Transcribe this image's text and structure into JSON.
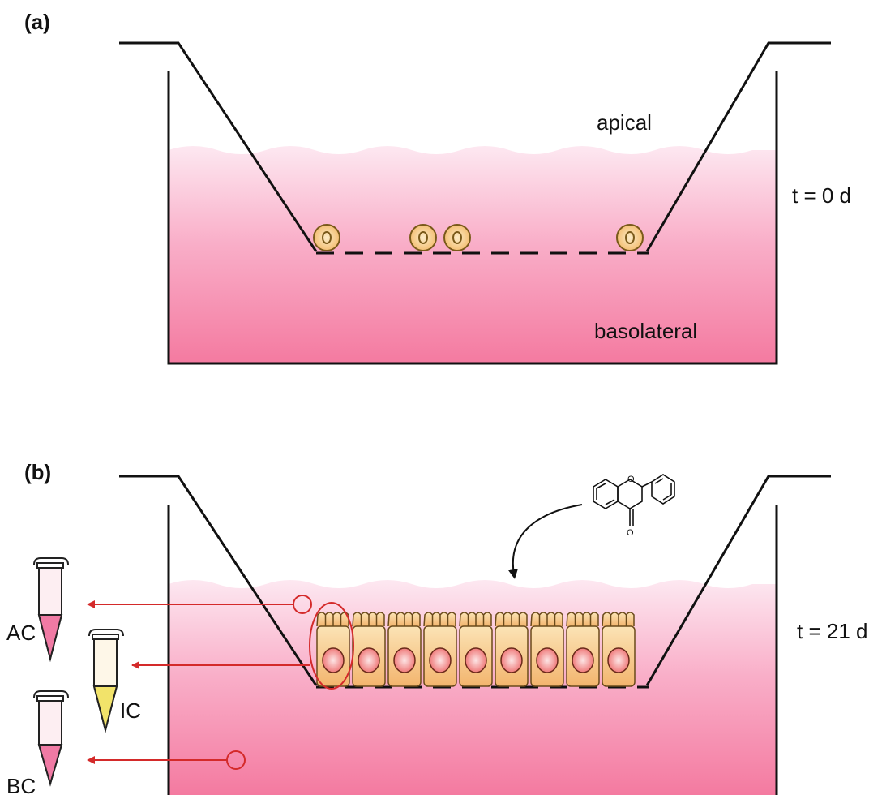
{
  "panel_a": {
    "label": "(a)",
    "apical_label": "apical",
    "basolateral_label": "basolateral",
    "time_label": "t = 0 d",
    "cell_count": 4
  },
  "panel_b": {
    "label": "(b)",
    "time_label": "t = 21 d",
    "monolayer_cell_count": 9,
    "tubes": [
      {
        "label": "AC",
        "content_color": "#f07aa4"
      },
      {
        "label": "IC",
        "content_color": "#f2e36a"
      },
      {
        "label": "BC",
        "content_color": "#f07aa4"
      }
    ]
  },
  "colors": {
    "medium_top": "#fde6ef",
    "medium_bottom": "#f57c9f",
    "cell_fill": "#f7c98e",
    "cell_outline": "#6a4a1a",
    "sampling_arrow": "#d42a2a",
    "outline": "#111111"
  }
}
